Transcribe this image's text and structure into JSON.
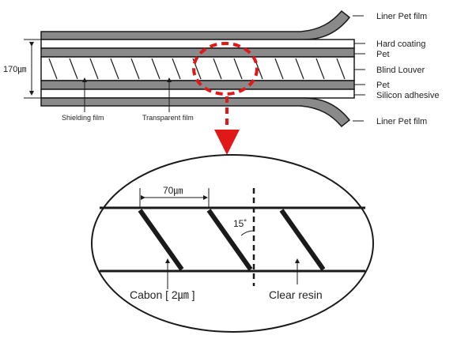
{
  "labels": {
    "liner_top": "Liner Pet film",
    "hard_coating": "Hard coating",
    "pet_top": "Pet",
    "blind_louver": "Blind Louver",
    "pet_bottom": "Pet",
    "silicon_adhesive": "Silicon adhesive",
    "liner_bottom": "Liner Pet film",
    "thickness": "170㎛",
    "shielding_film": "Shielding film",
    "transparent_film": "Transparent film",
    "pitch": "70㎛",
    "angle": "15˚",
    "cabon": "Cabon [ 2㎛ ]",
    "clear_resin": "Clear resin"
  },
  "colors": {
    "film_gray": "#8a8a8a",
    "stroke": "#1a1a1a",
    "highlight": "#e01818"
  }
}
